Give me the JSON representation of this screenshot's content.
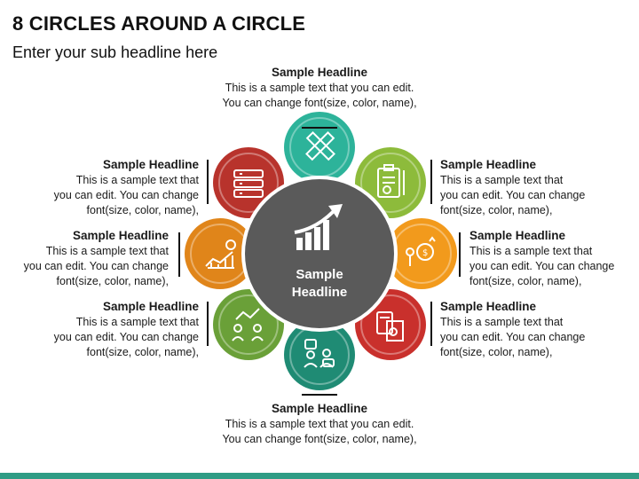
{
  "title": "8 CIRCLES AROUND A CIRCLE",
  "subtitle": "Enter your sub headline here",
  "center": {
    "line1": "Sample",
    "line2": "Headline",
    "icon": "growth-chart-arrow-icon",
    "color": "#5a5a5a"
  },
  "segments": [
    {
      "id": "top",
      "color": "#2db39a",
      "icon": "pencil-ruler-icon",
      "headline": "Sample Headline",
      "line1": "This is a sample text that you can edit.",
      "line2": "You can change font(size, color, name),",
      "line3": ""
    },
    {
      "id": "top-right",
      "color": "#8dbb3b",
      "icon": "clipboard-checklist-icon",
      "headline": "Sample Headline",
      "line1": "This is a sample text that",
      "line2": "you can edit. You can change",
      "line3": "font(size, color, name),"
    },
    {
      "id": "right",
      "color": "#f29a1c",
      "icon": "person-money-icon",
      "headline": "Sample Headline",
      "line1": "This is a sample text that",
      "line2": "you can edit. You can change",
      "line3": "font(size, color, name),"
    },
    {
      "id": "bottom-right",
      "color": "#c9302c",
      "icon": "calculator-invoice-icon",
      "headline": "Sample Headline",
      "line1": "This is a sample text that",
      "line2": "you can edit. You can change",
      "line3": "font(size, color, name),"
    },
    {
      "id": "bottom",
      "color": "#1f8b74",
      "icon": "two-people-discussion-icon",
      "headline": "Sample Headline",
      "line1": "This is a sample text that you can edit.",
      "line2": "You can change font(size, color, name),",
      "line3": ""
    },
    {
      "id": "bottom-left",
      "color": "#6aa038",
      "icon": "team-growth-icon",
      "headline": "Sample Headline",
      "line1": "This is a sample text that",
      "line2": "you can edit. You can change",
      "line3": "font(size, color, name),"
    },
    {
      "id": "left",
      "color": "#e0851a",
      "icon": "money-bar-chart-icon",
      "headline": "Sample Headline",
      "line1": "This is a sample text that",
      "line2": "you can edit. You can change",
      "line3": "font(size, color, name),"
    },
    {
      "id": "top-left",
      "color": "#b8332c",
      "icon": "server-stack-icon",
      "headline": "Sample Headline",
      "line1": "This is a sample text that",
      "line2": "you can edit. You can change",
      "line3": "font(size, color, name),"
    }
  ]
}
